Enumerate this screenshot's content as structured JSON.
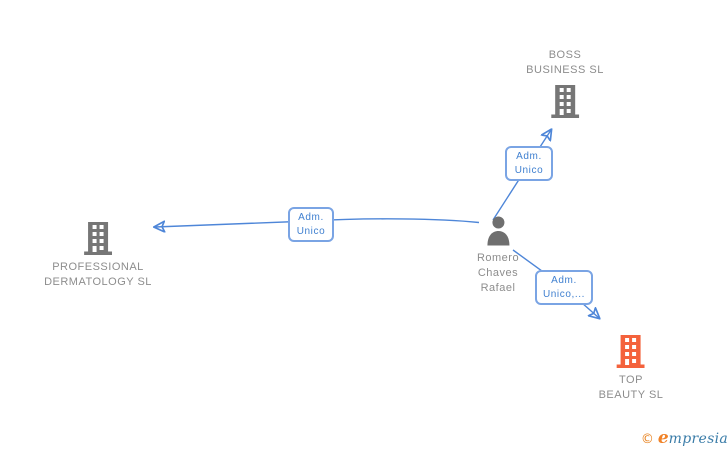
{
  "diagram": {
    "type": "corporate-relationship-graph",
    "nodes": {
      "boss_business": {
        "kind": "company",
        "line1": "BOSS",
        "line2": "BUSINESS SL",
        "icon": "building-icon",
        "icon_color": "#767676"
      },
      "professional_dermatology": {
        "kind": "company",
        "line1": "PROFESSIONAL",
        "line2": "DERMATOLOGY SL",
        "icon": "building-icon",
        "icon_color": "#767676"
      },
      "top_beauty": {
        "kind": "company",
        "line1": "TOP",
        "line2": "BEAUTY SL",
        "icon": "building-icon",
        "icon_color": "#F4623C"
      },
      "person": {
        "kind": "person",
        "line1": "Romero",
        "line2": "Chaves",
        "line3": "Rafael",
        "icon": "person-icon",
        "icon_color": "#6F6F6F"
      }
    },
    "edge_labels": {
      "to_boss": {
        "line1": "Adm.",
        "line2": "Unico"
      },
      "to_professional": {
        "line1": "Adm.",
        "line2": "Unico"
      },
      "to_top_beauty": {
        "line1": "Adm.",
        "line2": "Unico,..."
      }
    },
    "edges": [
      {
        "from": "person",
        "to": "boss_business",
        "label": "Adm. Unico"
      },
      {
        "from": "person",
        "to": "professional_dermatology",
        "label": "Adm. Unico"
      },
      {
        "from": "person",
        "to": "top_beauty",
        "label": "Adm. Unico,..."
      }
    ]
  },
  "logo": {
    "copyright": "©",
    "brand_orange": "e",
    "brand_blue": "mpresia"
  },
  "colors": {
    "edge_blue": "#4E86D8",
    "label_border": "#7AA4E4",
    "label_text": "#4080D0",
    "company_gray": "#767676",
    "person_gray": "#6F6F6F",
    "node_text_gray": "#8D8D8D",
    "top_beauty_orange": "#F4623C",
    "logo_orange": "#F08228",
    "logo_blue": "#3A7CA8",
    "background": "#FFFFFF"
  }
}
